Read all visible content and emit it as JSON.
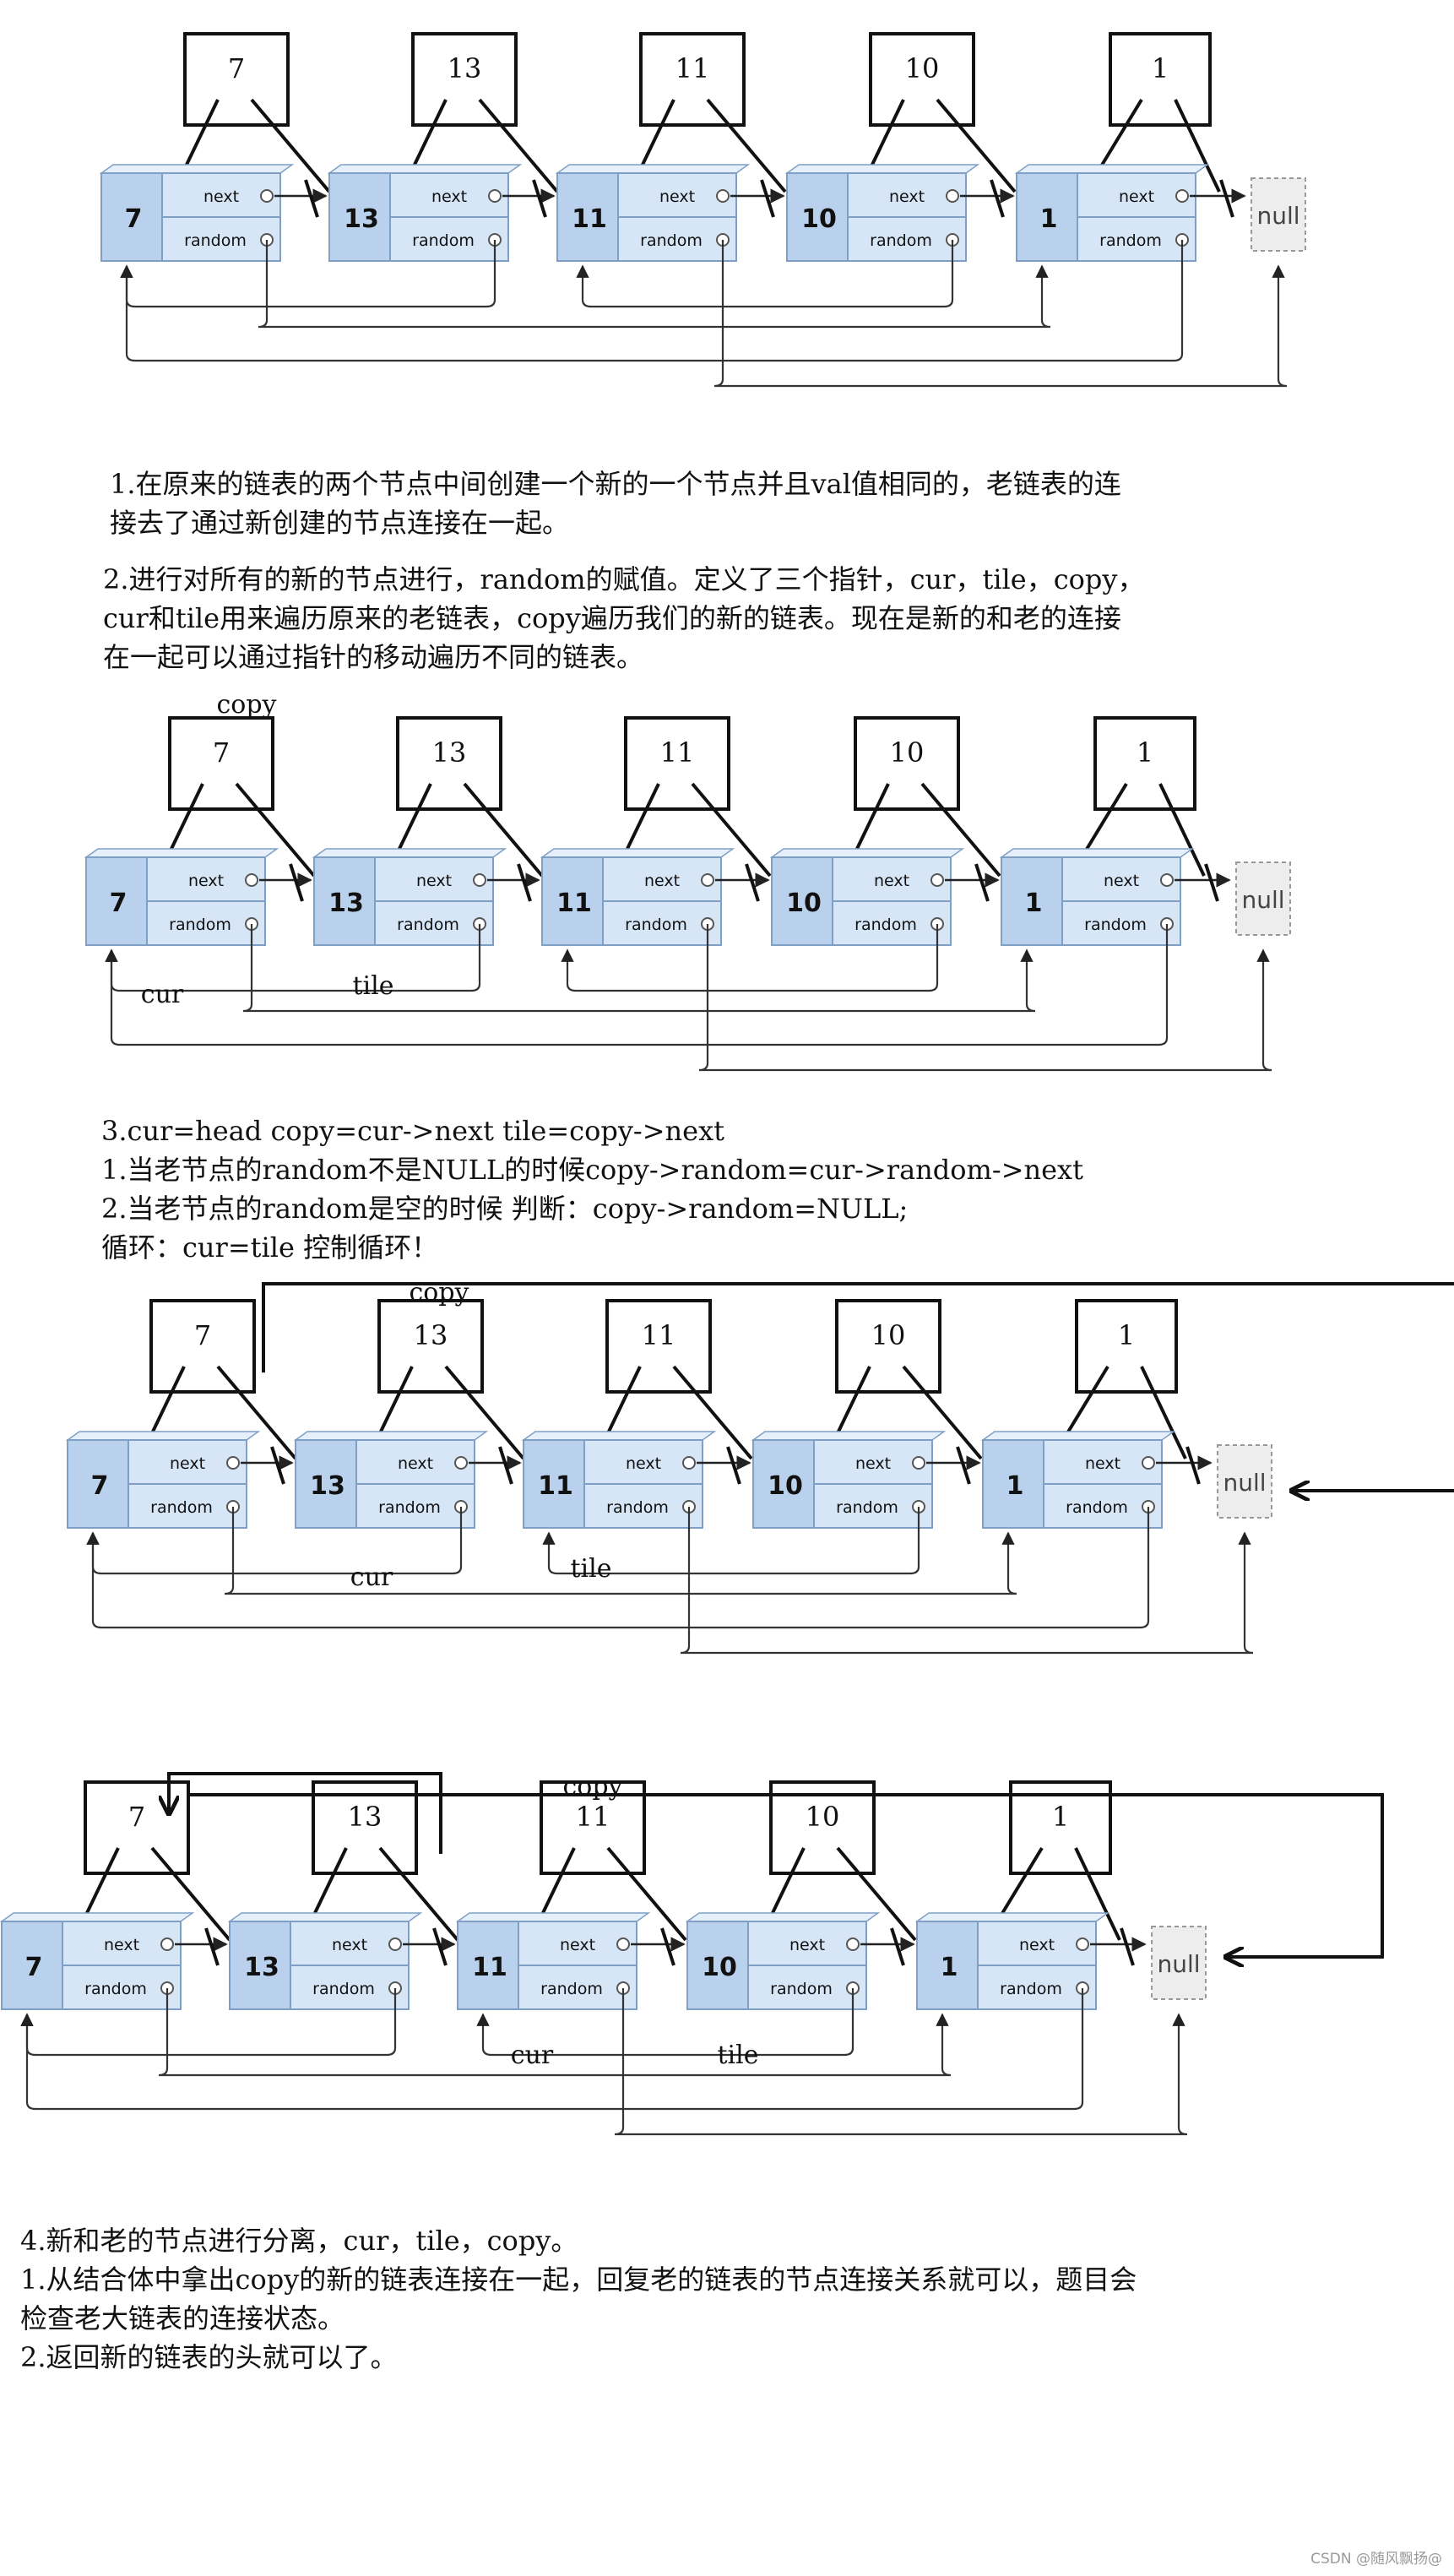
{
  "nodes": [
    "7",
    "13",
    "11",
    "10",
    "1"
  ],
  "field_labels": {
    "next": "next",
    "random": "random"
  },
  "null_label": "null",
  "copy_values": [
    "7",
    "13",
    "11",
    "10",
    "1"
  ],
  "pointers": {
    "copy": "copy",
    "cur": "cur",
    "tile": "tile"
  },
  "steps": {
    "step1": [
      "1.在原来的链表的两个节点中间创建一个新的一个节点并且val值相同的，老链表的连",
      "接去了通过新创建的节点连接在一起。"
    ],
    "step2": [
      "2.进行对所有的新的节点进行，random的赋值。定义了三个指针，cur，tile，copy，",
      "cur和tile用来遍历原来的老链表，copy遍历我们的新的链表。现在是新的和老的连接",
      "在一起可以通过指针的移动遍历不同的链表。"
    ],
    "step3": [
      "3.cur=head copy=cur->next tile=copy->next",
      " 1.当老节点的random不是NULL的时候copy->random=cur->random->next",
      " 2.当老节点的random是空的时候 判断：copy->random=NULL;",
      "循环：cur=tile 控制循环！"
    ],
    "step4": [
      "4.新和老的节点进行分离，cur，tile，copy。",
      "1.从结合体中拿出copy的新的链表连接在一起，回复老的链表的节点连接关系就可以，题目会",
      "检查老大链表的连接状态。",
      "2.返回新的链表的头就可以了。"
    ]
  },
  "watermark": "CSDN @随风飘扬@",
  "colors": {
    "node_fill": "#d6e6f7",
    "node_side": "#b9d1ec",
    "node_stroke": "#7f9fc4",
    "null_fill": "#ededed",
    "ink": "#111111"
  }
}
